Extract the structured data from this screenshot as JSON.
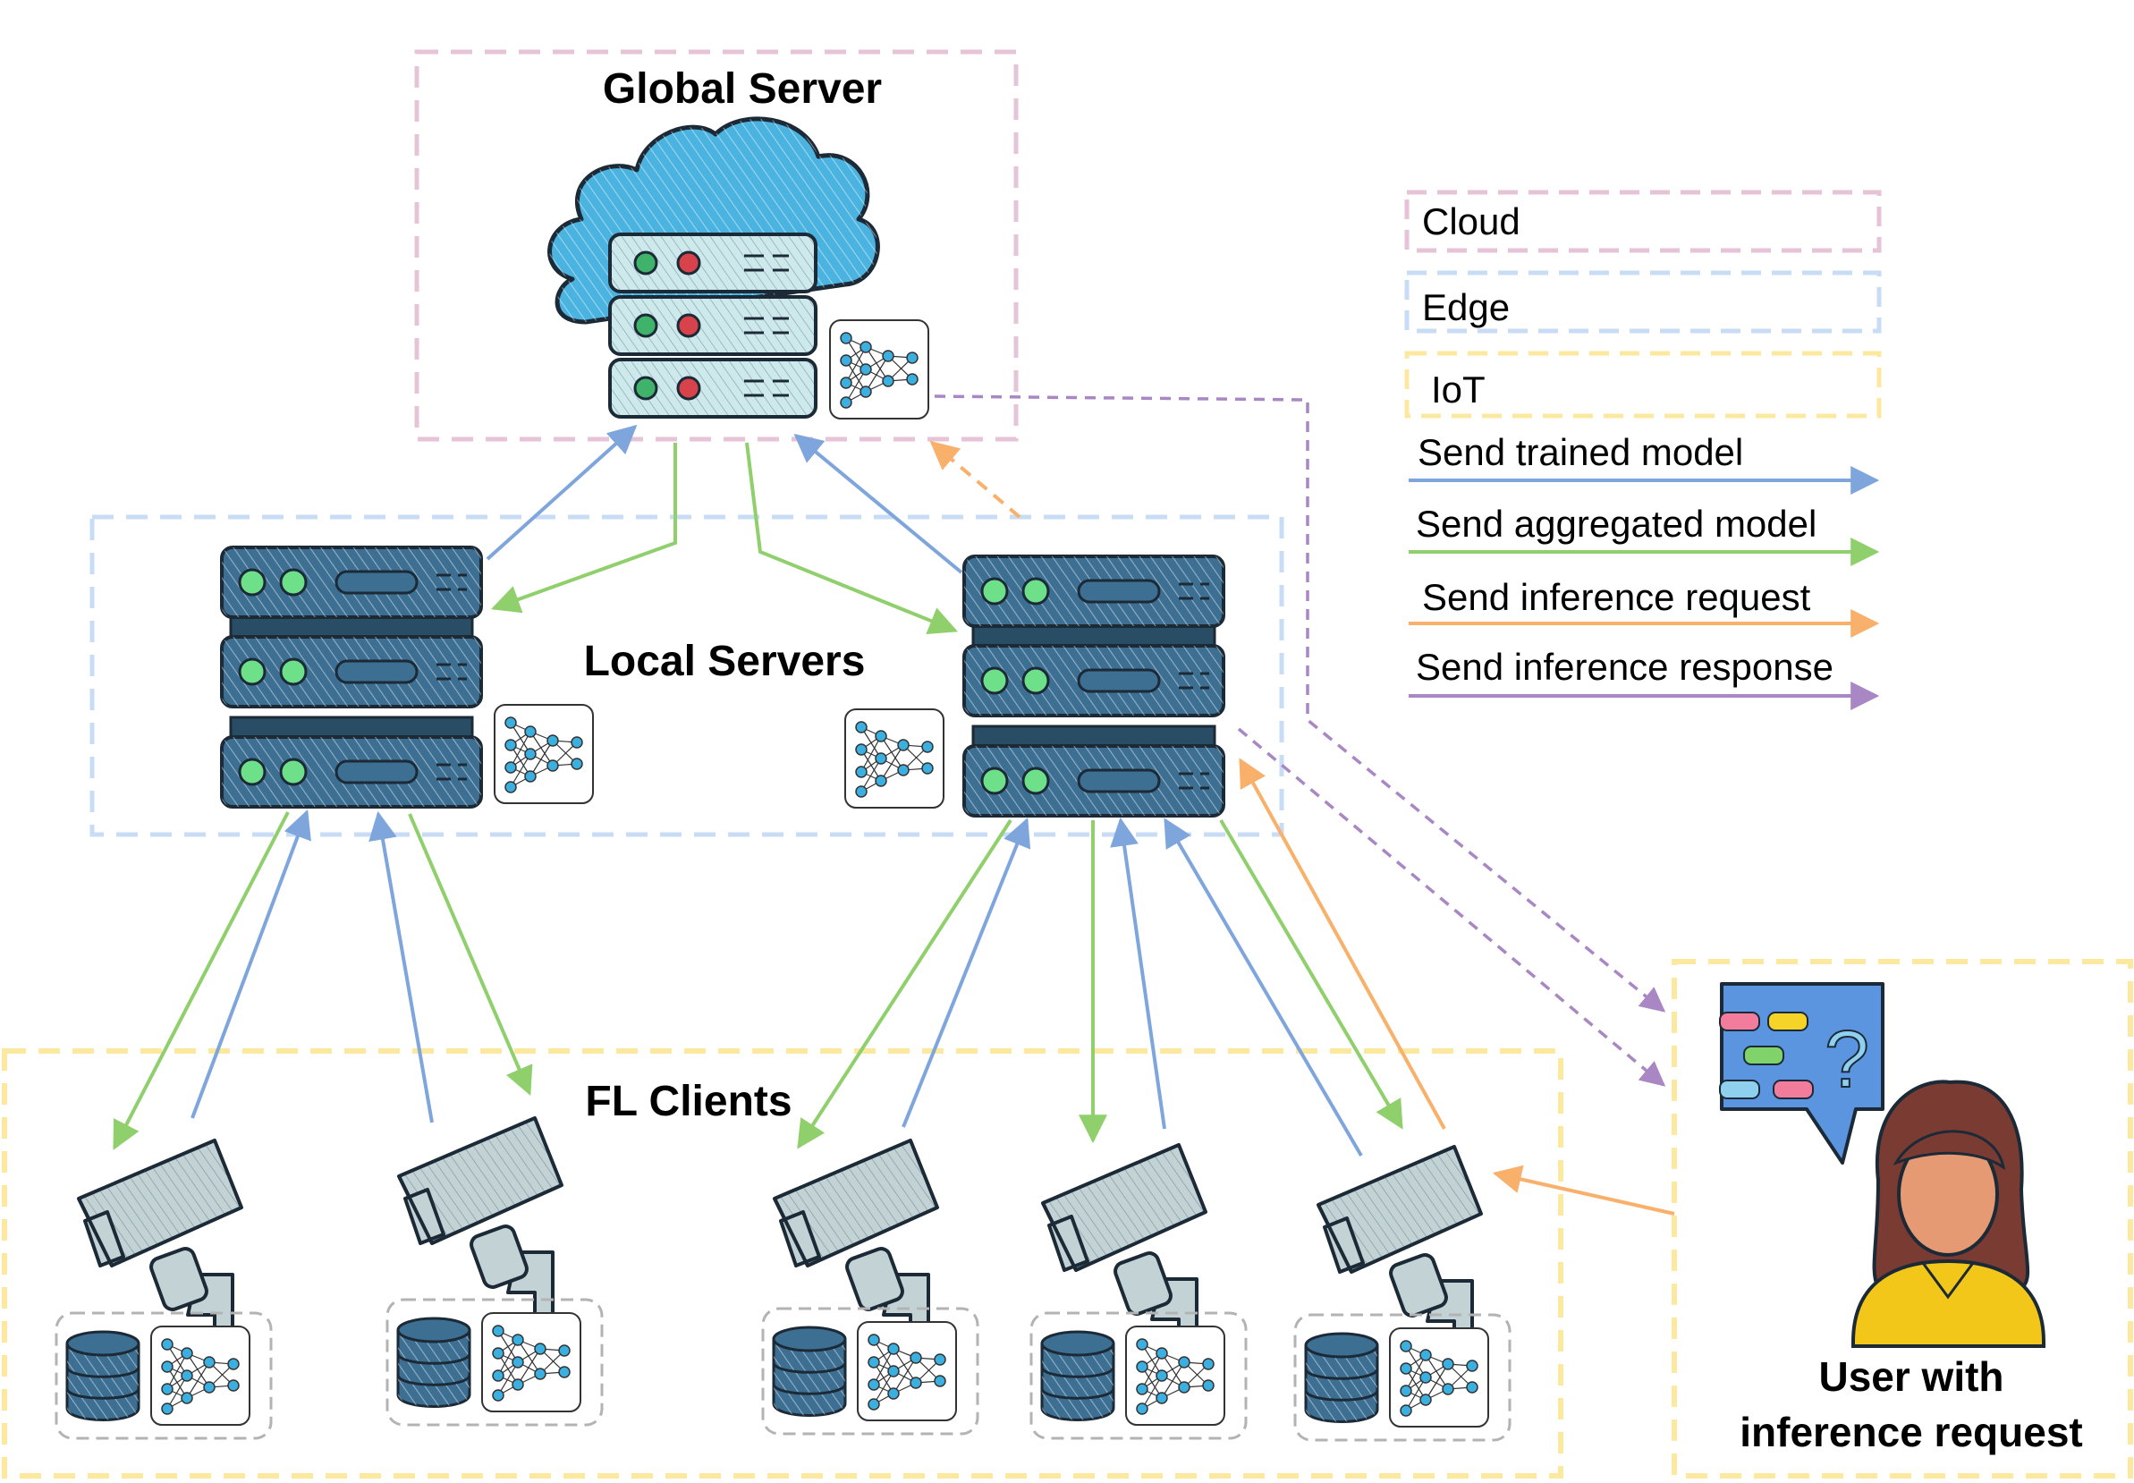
{
  "labels": {
    "global_server": "Global Server",
    "local_servers": "Local Servers",
    "fl_clients": "FL Clients",
    "user_line1": "User with",
    "user_line2": "inference request"
  },
  "legend": {
    "cloud": "Cloud",
    "edge": "Edge",
    "iot": "IoT",
    "send_trained": "Send trained model",
    "send_aggregated": "Send aggregated model",
    "send_request": "Send inference request",
    "send_response": "Send inference response"
  },
  "colors": {
    "cloud": "#e6c3d7",
    "edge": "#c9dcf5",
    "iot": "#fde8a0",
    "trained": "#7ea6dc",
    "aggregated": "#8fcf6c",
    "request": "#f8b06a",
    "response": "#a887c4",
    "server_dark": "#3d6f93",
    "server_light": "#cde9ec",
    "cloud_fill": "#4bb3e0",
    "camera": "#c3d3d5",
    "db": "#3d6f93",
    "nn_node": "#3bb0e0",
    "user_hair": "#7a3b33",
    "user_skin": "#e59a74",
    "user_shirt": "#f2c71a",
    "bubble": "#5b95e0"
  },
  "icons": {
    "cloud_server": "cloud-server-icon",
    "local_server": "server-rack-icon",
    "camera": "security-camera-icon",
    "database": "database-icon",
    "neural_net": "neural-network-icon",
    "user": "user-icon",
    "speech_bubble": "speech-bubble-icon"
  }
}
